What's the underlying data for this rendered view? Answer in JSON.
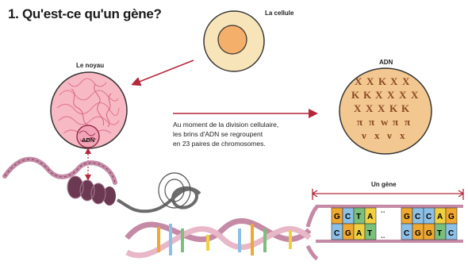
{
  "title": "1. Qu'est-ce qu'un gène?",
  "labels": {
    "cell": "La cellule",
    "nucleus": "Le noyau",
    "dna_in_nucleus": "ADN",
    "dna_chromosomes": "ADN",
    "gene": "Un gène"
  },
  "caption_lines": [
    "Au moment de la division cellulaire,",
    "les brins d'ADN se regroupent",
    "en 23 paires de chromosomes."
  ],
  "bases": {
    "left_top": [
      "G",
      "C",
      "T",
      "A"
    ],
    "left_bottom": [
      "C",
      "G",
      "A",
      "T"
    ],
    "right_top": [
      "G",
      "C",
      "C",
      "A",
      "G"
    ],
    "right_bottom": [
      "C",
      "G",
      "G",
      "T",
      "C"
    ],
    "ellipsis": ".."
  },
  "colors": {
    "nucleus_fill": "#f7b9c4",
    "cell_fill": "#f7e4b8",
    "cell_core": "#f4b06a",
    "chromosome_fill": "#f3c890",
    "chromosome_mark": "#8a4a22",
    "arrow": "#b5273b",
    "helix": "#c58aa5",
    "base_G": "#f0a830",
    "base_C": "#8cc0e6",
    "base_T": "#7ac07c",
    "base_A": "#f0d040"
  }
}
